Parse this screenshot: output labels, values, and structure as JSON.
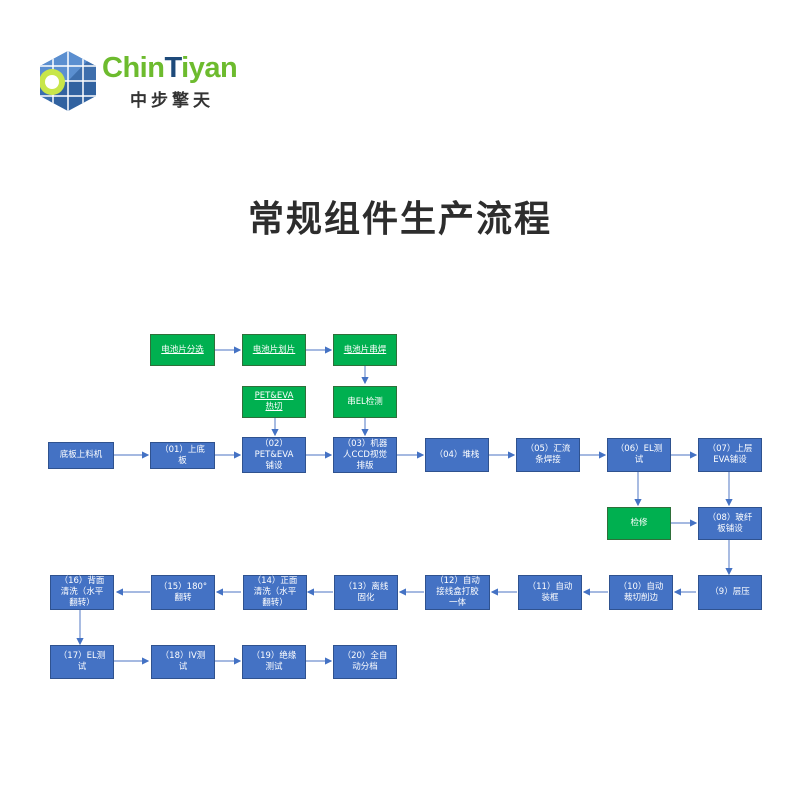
{
  "logo": {
    "brand_en_part1": "Chin",
    "brand_en_part2": "T",
    "brand_en_part3": "iyan",
    "brand_cn": "中步擎天",
    "icon": "solar-panel-hexagon-icon",
    "colors": {
      "green": "#6dbb2e",
      "navy": "#1e4a7a",
      "panel_blue": "#3a6fb0"
    }
  },
  "title": "常规组件生产流程",
  "colors": {
    "process_blue": "#4472c4",
    "prep_green": "#00b050",
    "arrow": "#4472c4"
  },
  "nodes": {
    "cell_sorting": "电池片分选",
    "cell_scribing": "电池片划片",
    "cell_stringing": "电池片串焊",
    "pet_eva_cut": "PET&EVA\n热切",
    "string_el": "串EL检测",
    "base_loader": "底板上料机",
    "s01": "（01）上底\n板",
    "s02": "（02）\nPET&EVA\n铺设",
    "s03": "（03）机器\n人CCD视觉\n排版",
    "s04": "（04）堆栈",
    "s05": "（05）汇流\n条焊接",
    "s06": "（06）EL测\n试",
    "s07": "（07）上层\nEVA铺设",
    "repair": "检修",
    "s08": "（08）玻纤\n板铺设",
    "s09": "（9）层压",
    "s10": "（10）自动\n裁切削边",
    "s11": "（11）自动\n装框",
    "s12": "（12）自动\n接线盒打胶\n一体",
    "s13": "（13）离线\n固化",
    "s14": "（14）正面\n清洗（水平\n翻转）",
    "s15": "（15）180°\n翻转",
    "s16": "（16）背面\n清洗（水平\n翻转）",
    "s17": "（17）EL测\n试",
    "s18": "（18）IV测\n试",
    "s19": "（19）绝缘\n测试",
    "s20": "（20）全自\n动分档"
  }
}
